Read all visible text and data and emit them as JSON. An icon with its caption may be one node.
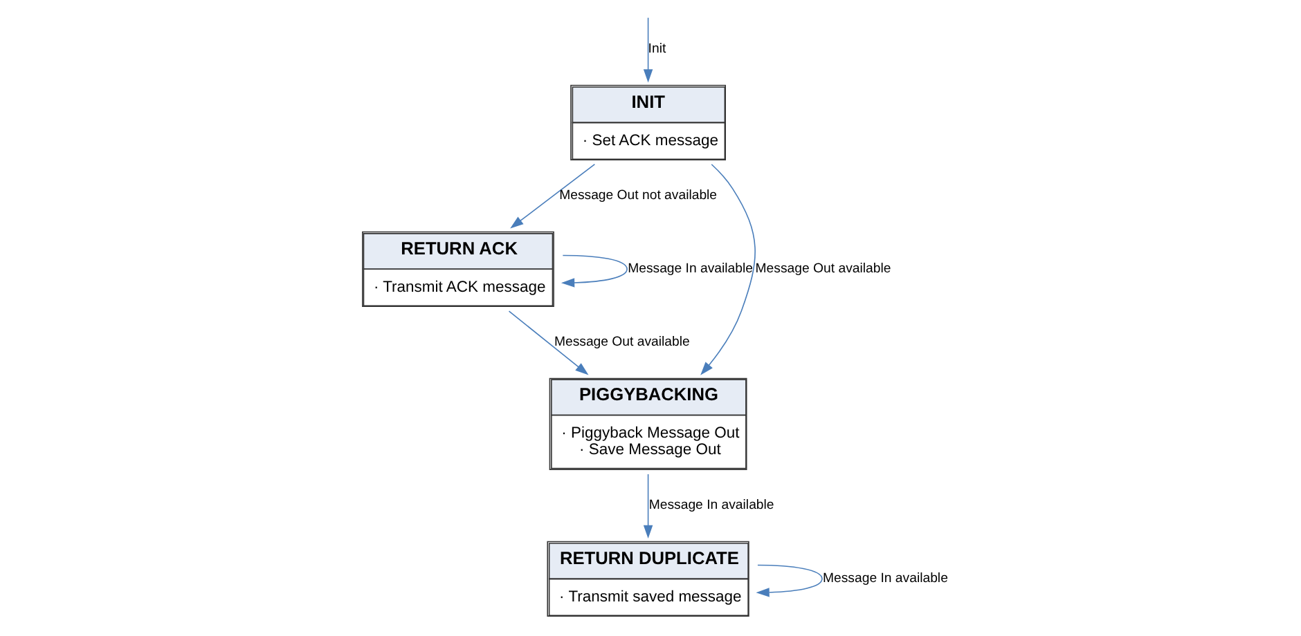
{
  "diagram": {
    "nodes": [
      {
        "text": [
          "INIT",
          "· Set ACK message"
        ]
      },
      {
        "text": [
          "RETURN ACK",
          "· Transmit ACK message"
        ]
      },
      {
        "text": [
          "PIGGYBACKING",
          "· Piggyback Message Out",
          "· Save Message Out"
        ]
      },
      {
        "text": [
          "RETURN DUPLICATE",
          "· Transmit saved message"
        ]
      }
    ],
    "edges": [
      {
        "from": null,
        "to": 0,
        "arrow": "to",
        "label": "Init"
      },
      {
        "from": 0,
        "to": 1,
        "arrow": "to",
        "label": "Message Out not available"
      },
      {
        "from": 0,
        "to": 2,
        "arrow": "to",
        "label": "Message Out available"
      },
      {
        "from": 1,
        "to": 1,
        "arrow": "to",
        "label": "Message In available"
      },
      {
        "from": 1,
        "to": 2,
        "arrow": "to",
        "label": "Message Out available"
      },
      {
        "from": 2,
        "to": 3,
        "arrow": "to",
        "label": "Message In available"
      },
      {
        "from": 3,
        "to": 3,
        "arrow": "to",
        "label": "Message In available"
      }
    ]
  }
}
